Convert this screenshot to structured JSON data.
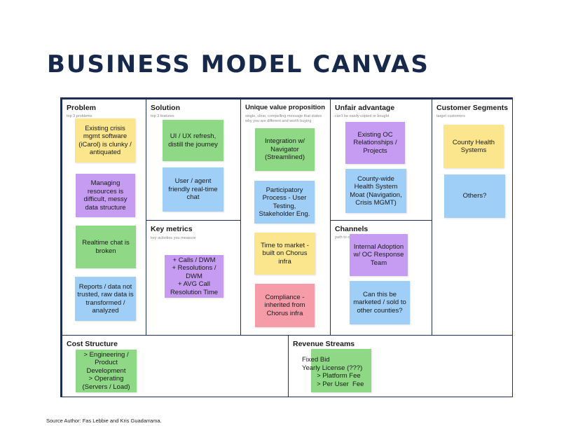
{
  "title": "BUSINESS MODEL CANVAS",
  "source": "Source Author: Fas Lebbie and Kris Guadarrama.",
  "sections": {
    "problem": {
      "title": "Problem",
      "sub": "top 3 problems",
      "notes": [
        "Existing crisis mgmt software (iCarol) is clunky / antiquated",
        "Managing resources is difficult, messy data structure",
        "Realtime chat is broken",
        "Reports / data not trusted, raw data is transformed / analyzed"
      ]
    },
    "solution": {
      "title": "Solution",
      "sub": "top 3 features",
      "notes": [
        "UI / UX refresh, distill the journey",
        "User / agent friendly real-time chat"
      ]
    },
    "key_metrics": {
      "title": "Key metrics",
      "sub": "key activities you measure",
      "notes": [
        "+ Calls / DWM\n+ Resolutions / DWM\n+ AVG Call Resolution Time"
      ]
    },
    "uvp": {
      "title": "Unique value proposition",
      "sub": "single, clear, compelling message that states why you are different and worth buying",
      "notes": [
        "Integration w/ Navigator (Streamlined)",
        "Participatory Process - User Testing, Stakeholder Eng.",
        "Time to market - built on Chorus infra",
        "Compliance - inherited from Chorus infra"
      ]
    },
    "unfair": {
      "title": "Unfair advantage",
      "sub": "can't be easily copied or bought",
      "notes": [
        "Existing OC Relationships / Projects",
        "County-wide Health System Moat (Navigation, Crisis MGMT)"
      ]
    },
    "channels": {
      "title": "Channels",
      "sub": "path to customers",
      "notes": [
        "Internal Adoption w/ OC Response Team",
        "Can this be marketed / sold to other counties?"
      ]
    },
    "segments": {
      "title": "Customer Segments",
      "sub": "target customers",
      "notes": [
        "County Health Systems",
        "Others?"
      ]
    },
    "cost": {
      "title": "Cost Structure",
      "notes": [
        "> Engineering / Product Development\n> Operating (Servers / Load)"
      ]
    },
    "revenue": {
      "title": "Revenue Streams",
      "notes": [
        "Fixed Bid\nYearly License (???)\n        > Platform Fee\n        > Per User  Fee"
      ]
    }
  },
  "colors": {
    "border": "#1e2f55",
    "title": "#17294a",
    "yellow": "#fbe68d",
    "green": "#8fd986",
    "purple": "#c59cf1",
    "blue": "#9fcef7",
    "pink": "#f59ca8"
  }
}
